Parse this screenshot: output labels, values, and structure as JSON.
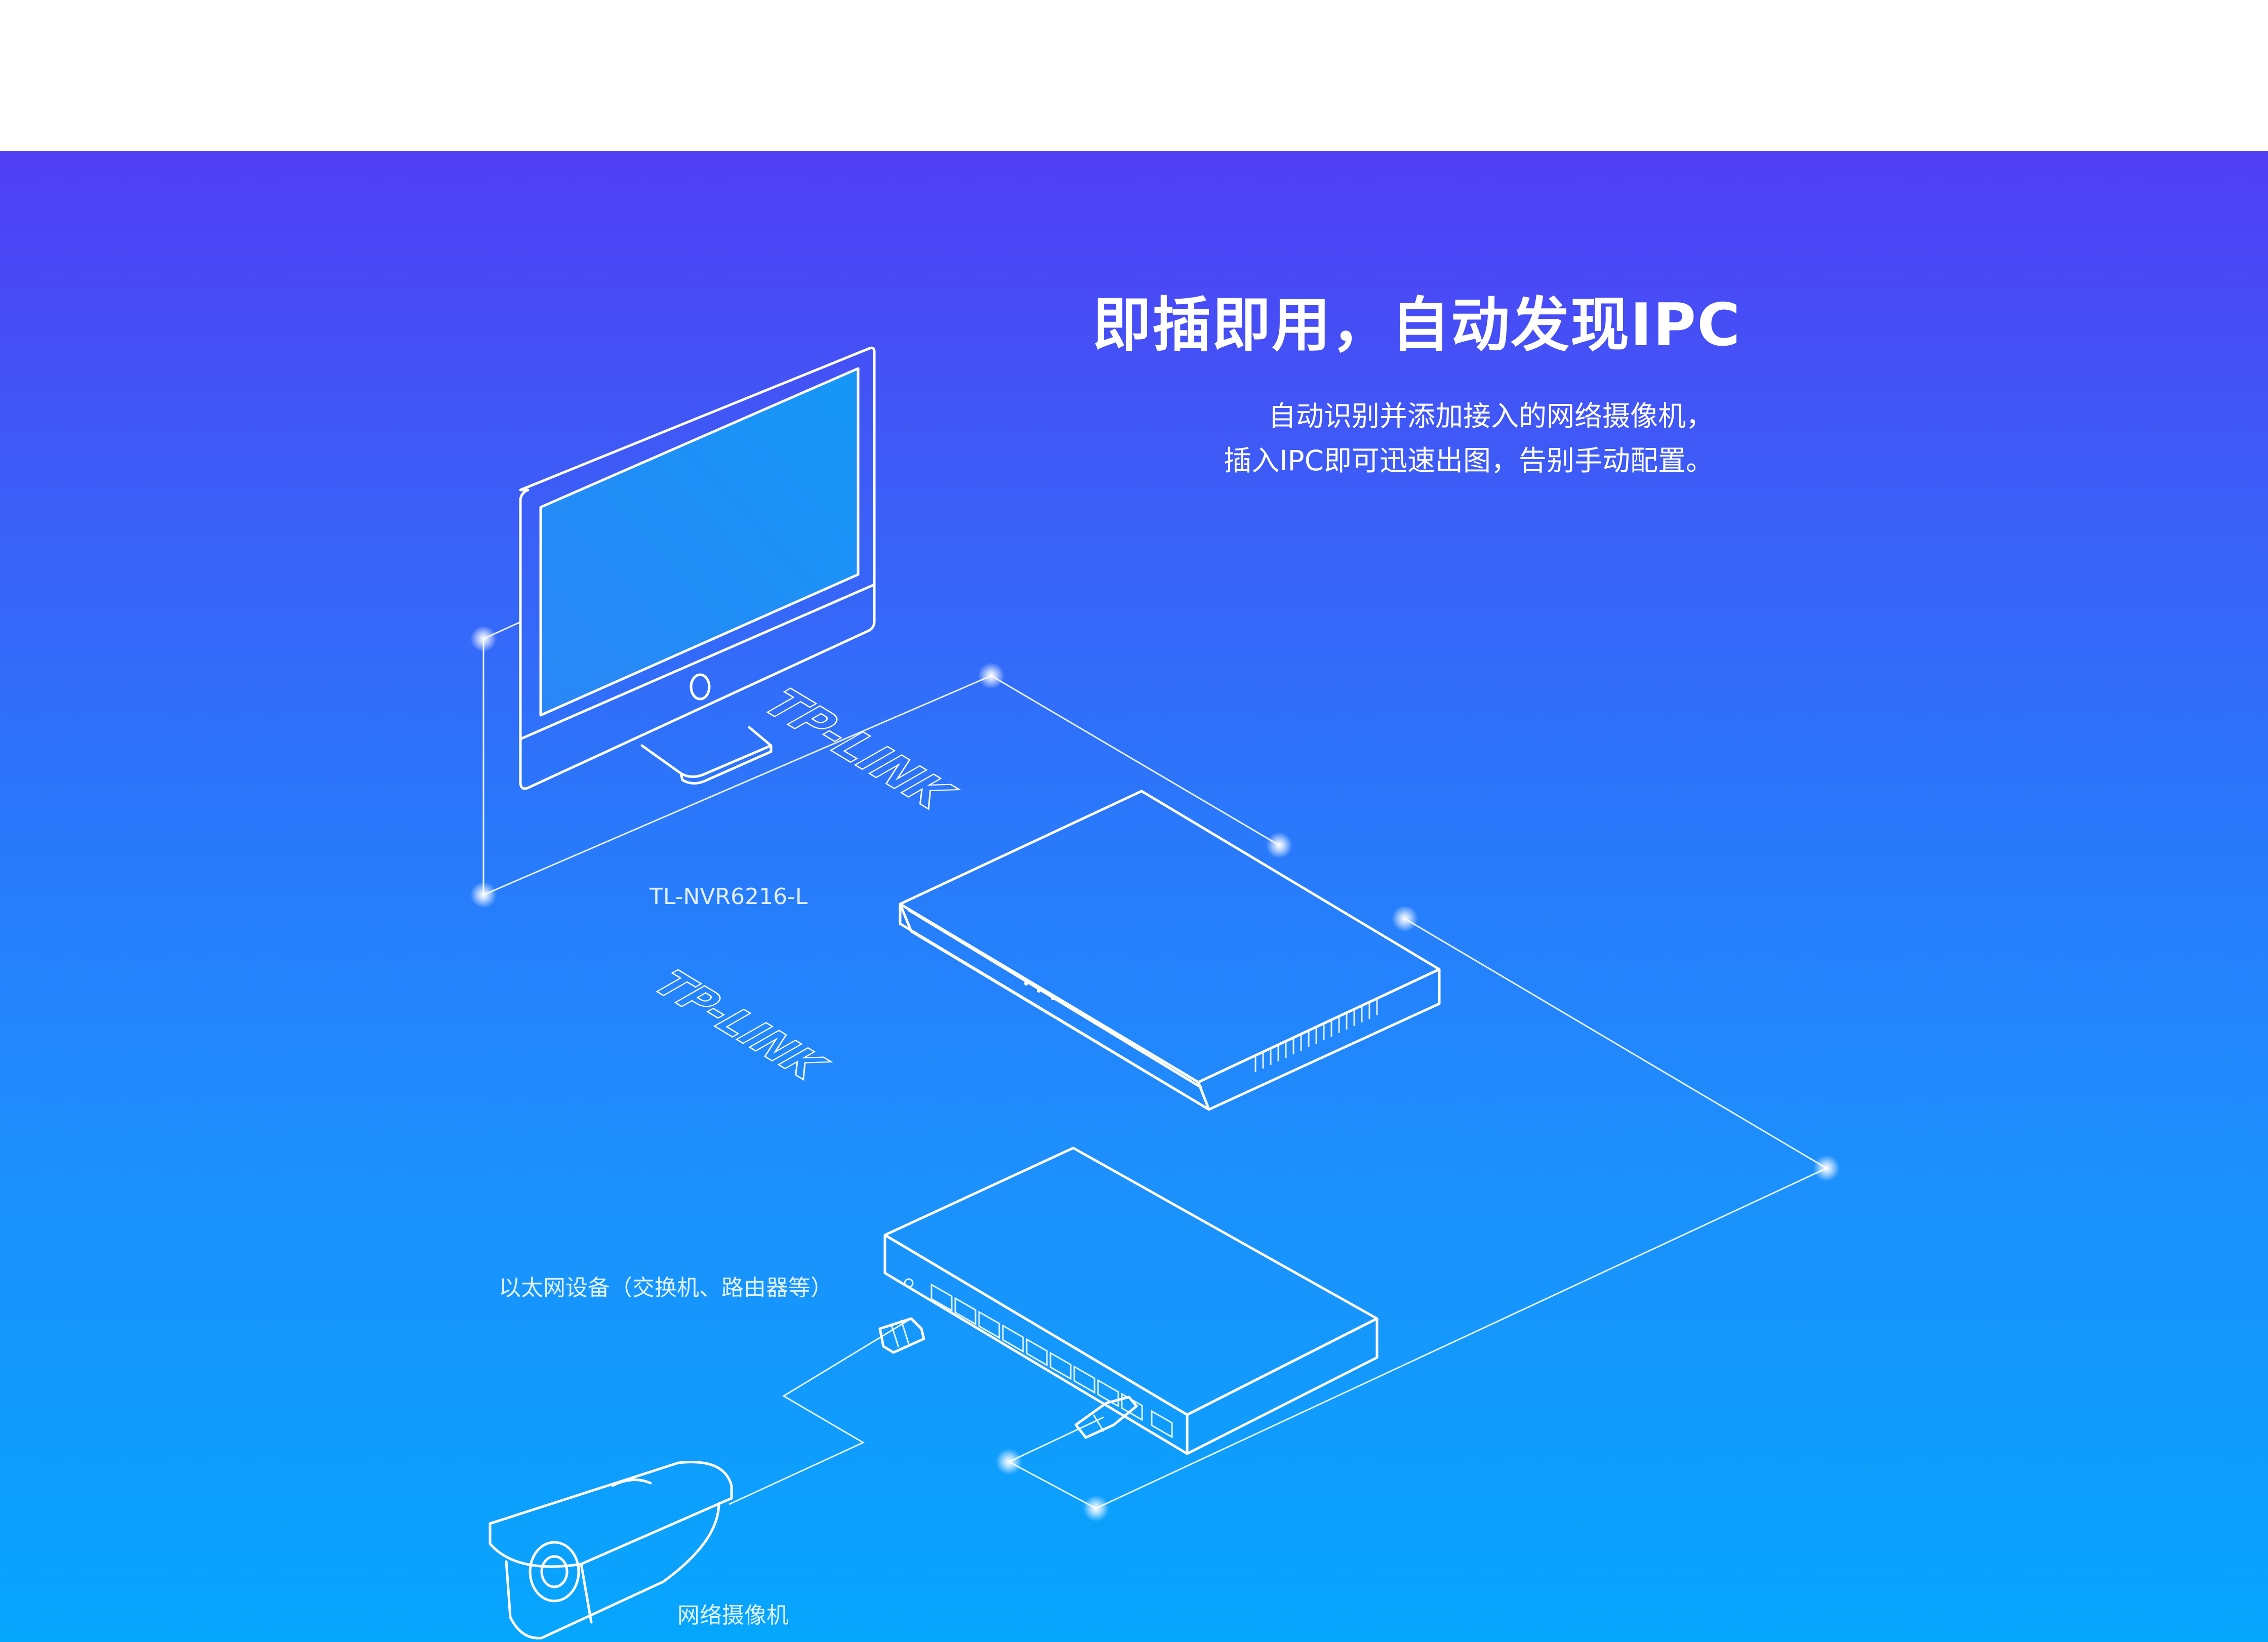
{
  "hero": {
    "title": "即插即用，自动发现IPC",
    "subtitle_lines": [
      "自动识别并添加接入的网络摄像机，",
      "插入IPC即可迅速出图，告别手动配置。"
    ]
  },
  "illustration": {
    "nvr_label": "TL-NVR6216-L",
    "ethernet_label": "以太网设备（交换机、路由器等）",
    "camera_label": "网络摄像机",
    "brand_logo_text": "TP-LINK"
  },
  "colors": {
    "gradient_top": "#513ef5",
    "gradient_bottom": "#06a6fd",
    "screen": "#1590f6",
    "line": "#ffffff"
  },
  "icons": [
    "monitor-icon",
    "nvr-device-icon",
    "switch-device-icon",
    "ip-camera-icon",
    "ethernet-plug-icon",
    "glow-node-icon"
  ]
}
